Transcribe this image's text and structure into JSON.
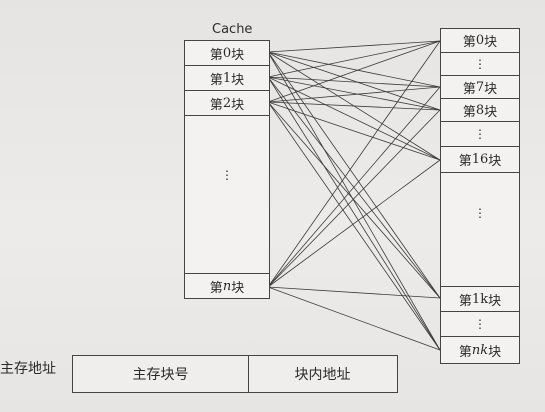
{
  "cache": {
    "title": "Cache",
    "blocks": [
      {
        "prefix": "第 ",
        "num": "0",
        "suffix": " 块"
      },
      {
        "prefix": "第 ",
        "num": "1",
        "suffix": " 块"
      },
      {
        "prefix": "第 ",
        "num": "2",
        "suffix": " 块"
      }
    ],
    "ellipsis": "⋮",
    "last": {
      "prefix": "第 ",
      "num": "n",
      "suffix": " 块"
    }
  },
  "memory": {
    "blocks": [
      {
        "prefix": "第 ",
        "num": "0",
        "suffix": " 块"
      },
      {
        "ellipsis": "⋮"
      },
      {
        "prefix": "第 ",
        "num": "7",
        "suffix": " 块"
      },
      {
        "prefix": "第 ",
        "num": "8",
        "suffix": " 块"
      },
      {
        "ellipsis": "⋮"
      },
      {
        "prefix": "第 ",
        "num": "16",
        "suffix": " 块"
      },
      {
        "ellipsis": "⋮"
      },
      {
        "prefix": "第 ",
        "num": "1k",
        "suffix": " 块"
      },
      {
        "ellipsis": "⋮"
      },
      {
        "prefix": "第 ",
        "num": "nk",
        "suffix": " 块"
      }
    ]
  },
  "address": {
    "label": "主存地址",
    "block_field": "主存块号",
    "offset_field": "块内地址"
  },
  "colors": {
    "line": "#3a3a3a",
    "border": "#444444"
  }
}
